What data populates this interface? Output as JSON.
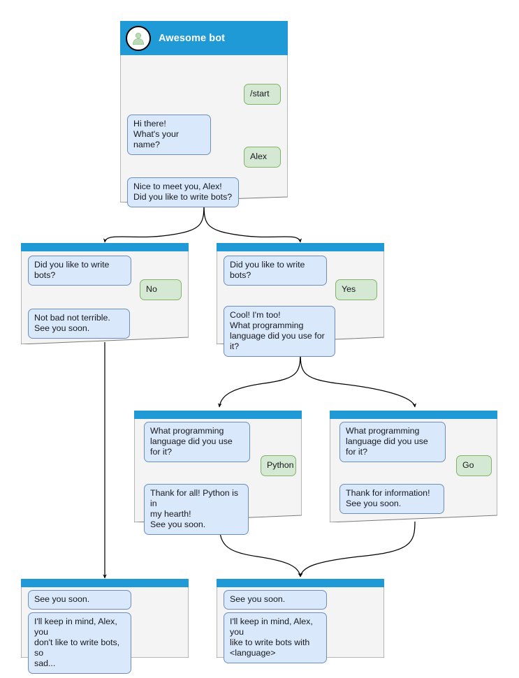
{
  "diagram": {
    "title": "Awesome bot conversation flow",
    "colors": {
      "header_blue": "#1f9ad6",
      "panel_background": "#f4f4f4",
      "panel_border": "#7a7a7a",
      "bot_bubble_fill": "#dae8fc",
      "bot_bubble_border": "#6c8ebf",
      "user_bubble_fill": "#d5e8d4",
      "user_bubble_border": "#82b366",
      "avatar_person": "#b9dcb5",
      "edge_stroke": "#000000",
      "page_background": "#ffffff"
    }
  },
  "nodes": {
    "root": {
      "header": {
        "title": "Awesome bot",
        "avatar_icon": "person-avatar-icon"
      },
      "messages": [
        {
          "role": "user",
          "text": "/start"
        },
        {
          "role": "bot",
          "text": "Hi there!\nWhat's your name?"
        },
        {
          "role": "user",
          "text": "Alex"
        },
        {
          "role": "bot",
          "text": "Nice to meet you, Alex!\nDid you like to write bots?"
        }
      ]
    },
    "no_branch": {
      "messages": [
        {
          "role": "bot",
          "text": "Did you like to write bots?"
        },
        {
          "role": "user",
          "text": "No"
        },
        {
          "role": "bot",
          "text": "Not bad not terrible.\nSee you soon."
        }
      ]
    },
    "yes_branch": {
      "messages": [
        {
          "role": "bot",
          "text": "Did you like to write bots?"
        },
        {
          "role": "user",
          "text": "Yes"
        },
        {
          "role": "bot",
          "text": "Cool! I'm too!\nWhat programming\nlanguage did you use for it?"
        }
      ]
    },
    "python_branch": {
      "messages": [
        {
          "role": "bot",
          "text": "What programming\nlanguage did you use for it?"
        },
        {
          "role": "user",
          "text": "Python"
        },
        {
          "role": "bot",
          "text": "Thank for all! Python is in\nmy hearth!\nSee you soon."
        }
      ]
    },
    "go_branch": {
      "messages": [
        {
          "role": "bot",
          "text": "What programming\nlanguage did you use for it?"
        },
        {
          "role": "user",
          "text": "Go"
        },
        {
          "role": "bot",
          "text": "Thank for information!\nSee you soon."
        }
      ]
    },
    "end_no": {
      "messages": [
        {
          "role": "bot",
          "text": "See you soon."
        },
        {
          "role": "bot",
          "text": "I'll keep in mind, Alex, you\ndon't like to write bots, so\nsad..."
        }
      ]
    },
    "end_yes": {
      "messages": [
        {
          "role": "bot",
          "text": "See you soon."
        },
        {
          "role": "bot",
          "text": "I'll keep in mind, Alex, you\nlike to write bots with\n<language>"
        }
      ]
    }
  }
}
